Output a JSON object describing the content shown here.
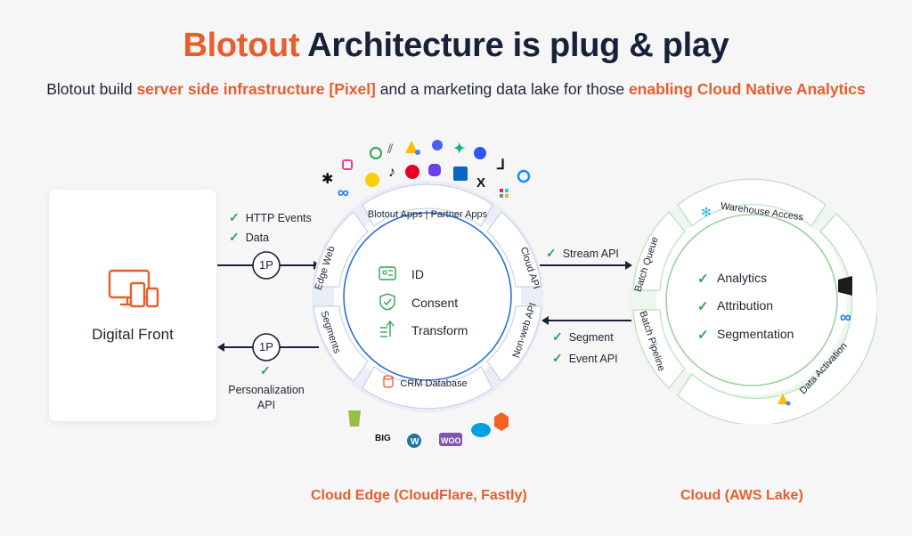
{
  "header": {
    "title_brand": "Blotout",
    "title_rest": " Architecture is plug & play",
    "subtitle_pre": "Blotout build ",
    "subtitle_hl1": "server side infrastructure [Pixel]",
    "subtitle_mid": " and a marketing data lake for those ",
    "subtitle_hl2": "enabling Cloud Native Analytics"
  },
  "digital_front": {
    "label": "Digital Front",
    "icon": "devices-icon"
  },
  "left_flows": {
    "top_checks": [
      "HTTP Events",
      "Data"
    ],
    "top_badge": "1P",
    "bottom_badge": "1P",
    "bottom_label_1": "Personalization",
    "bottom_label_2": "API"
  },
  "cloud_edge": {
    "segments": {
      "top": "Blotout Apps | Partner Apps",
      "upper_left": "Edge Web",
      "lower_left": "Segments",
      "upper_right": "Cloud API",
      "lower_right": "Non-web API",
      "bottom": "CRM Database"
    },
    "core_items": [
      {
        "label": "ID",
        "icon": "id-card-icon"
      },
      {
        "label": "Consent",
        "icon": "shield-check-icon"
      },
      {
        "label": "Transform",
        "icon": "transform-icon"
      }
    ],
    "caption": "Cloud Edge (CloudFlare, Fastly)"
  },
  "middle_flows": {
    "top_checks": [
      "Stream API"
    ],
    "bottom_checks": [
      "Segment",
      "Event API"
    ]
  },
  "cloud": {
    "segments": {
      "top": "Warehouse Access",
      "upper_left": "Batch Queue",
      "lower_left": "Batch Pipeline",
      "right": "Data Activation"
    },
    "core_items": [
      "Analytics",
      "Attribution",
      "Segmentation"
    ],
    "caption": "Cloud (AWS Lake)"
  },
  "logos_top": [
    "snowflake-icon",
    "meta-icon",
    "shape-icon",
    "snapchat-icon",
    "tiktok-icon",
    "stripes-icon",
    "pinterest-icon",
    "google-ads-icon",
    "twitch-icon",
    "circle-icon",
    "linkedin-icon",
    "klaviyo-icon",
    "x-icon",
    "yahoo-icon",
    "slack-icon",
    "one-icon",
    "refresh-icon"
  ],
  "logos_bottom": [
    "shopify-icon",
    "bigcommerce-icon",
    "wordpress-icon",
    "woocommerce-icon",
    "salesforce-icon",
    "magento-icon"
  ],
  "logos_right": [
    "dark-tile-icon",
    "meta-icon",
    "google-ads-icon",
    "snowflake-icon"
  ],
  "colors": {
    "brand_orange": "#e85d2c",
    "navy": "#17223a",
    "check_green": "#2ea44f",
    "edge_ring": "#2a6fdb",
    "cloud_ring": "#9ad39a"
  }
}
